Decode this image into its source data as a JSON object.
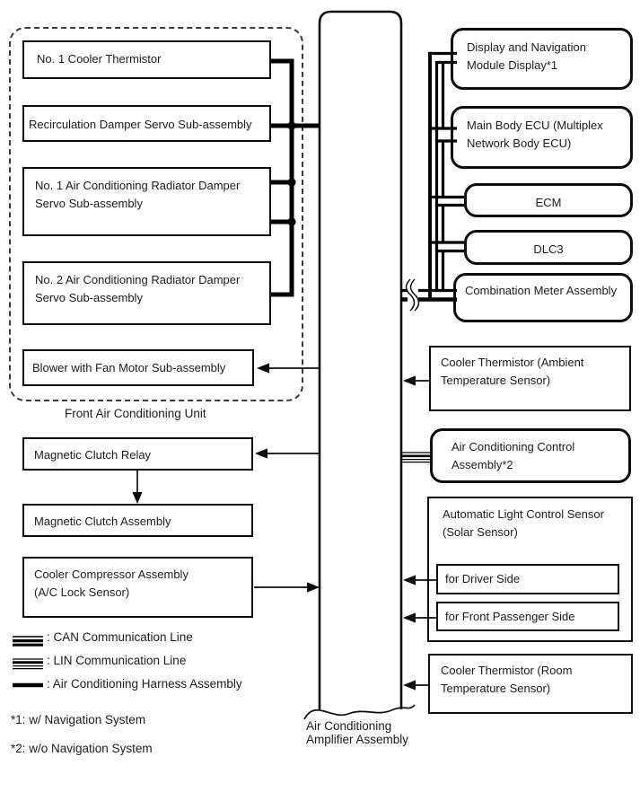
{
  "colors": {
    "line": "#000000",
    "text": "#1c1c1c",
    "background": "#ffffff"
  },
  "front_unit": {
    "caption": "Front Air Conditioning Unit",
    "items": [
      {
        "label": "No. 1 Cooler Thermistor"
      },
      {
        "label": "Recirculation Damper Servo Sub-assembly"
      },
      {
        "label": "No. 1 Air Conditioning Radiator Damper Servo Sub-assembly"
      },
      {
        "label": "No. 2 Air Conditioning Radiator Damper Servo Sub-assembly"
      },
      {
        "label": "Blower with Fan Motor Sub-assembly"
      }
    ]
  },
  "left_branch": {
    "relay": "Magnetic Clutch Relay",
    "clutch": "Magnetic Clutch Assembly",
    "compressor": "Cooler Compressor Assembly (A/C Lock Sensor)"
  },
  "amplifier": {
    "label": "Air Conditioning Amplifier Assembly"
  },
  "can_nodes": [
    {
      "label": "Display and Navigation Module Display*1"
    },
    {
      "label": "Main Body ECU (Multiplex Network Body ECU)"
    },
    {
      "label": "ECM"
    },
    {
      "label": "DLC3"
    },
    {
      "label": "Combination Meter Assembly"
    }
  ],
  "right_sensors": {
    "ambient": "Cooler Thermistor (Ambient Temperature Sensor)",
    "control": "Air Conditioning Control Assembly*2",
    "solar": "Automatic Light Control Sensor (Solar Sensor)",
    "solar_driver": "for Driver Side",
    "solar_passenger": "for Front Passenger Side",
    "room": "Cooler Thermistor (Room Temperature Sensor)"
  },
  "legend": [
    {
      "symbol": "can-line",
      "label": ": CAN Communication Line"
    },
    {
      "symbol": "lin-line",
      "label": ": LIN Communication Line"
    },
    {
      "symbol": "harness-line",
      "label": ": Air Conditioning Harness Assembly"
    }
  ],
  "notes": [
    {
      "text": "*1: w/ Navigation System"
    },
    {
      "text": "*2: w/o Navigation System"
    }
  ]
}
